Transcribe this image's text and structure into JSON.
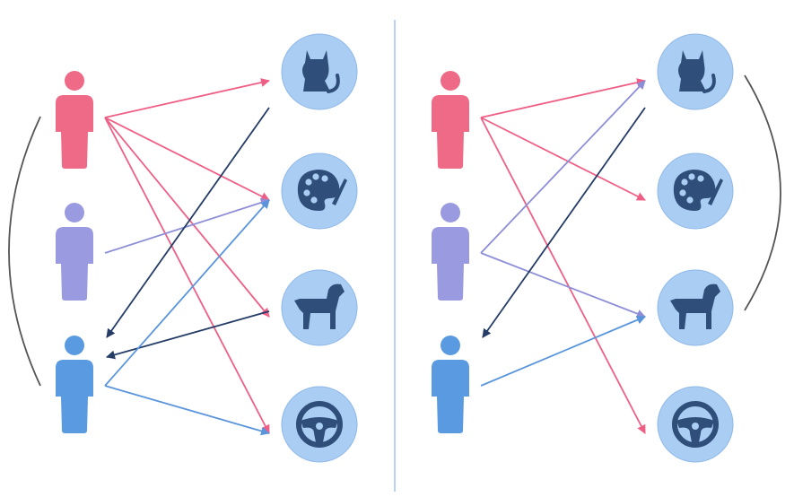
{
  "colors": {
    "user_red": "#ee6a86",
    "user_purple": "#9a9ae0",
    "user_blue": "#5a9ae0",
    "item_circle": "#a9cdf3",
    "item_icon": "#2f4f7a",
    "arrow_pink": "#ef5f85",
    "arrow_purple": "#8e8ed8",
    "arrow_blue": "#5a95dc",
    "arrow_navy": "#243c66",
    "divider": "#a8c2ea",
    "bracket": "#555555"
  },
  "panels": [
    {
      "users": [
        {
          "id": "red-user",
          "color": "user_red"
        },
        {
          "id": "purple-user",
          "color": "user_purple"
        },
        {
          "id": "blue-user",
          "color": "user_blue"
        }
      ],
      "items": [
        {
          "id": "cat",
          "icon": "cat-icon"
        },
        {
          "id": "palette",
          "icon": "palette-icon"
        },
        {
          "id": "dog",
          "icon": "dog-icon"
        },
        {
          "id": "wheel",
          "icon": "steering-wheel-icon"
        }
      ],
      "arrows": [
        {
          "from": "red-user",
          "to": "cat",
          "color": "arrow_pink"
        },
        {
          "from": "red-user",
          "to": "palette",
          "color": "arrow_pink"
        },
        {
          "from": "red-user",
          "to": "dog",
          "color": "arrow_pink"
        },
        {
          "from": "red-user",
          "to": "wheel",
          "color": "arrow_pink"
        },
        {
          "from": "purple-user",
          "to": "palette",
          "color": "arrow_purple"
        },
        {
          "from": "cat",
          "to": "blue-user",
          "color": "arrow_navy"
        },
        {
          "from": "dog",
          "to": "blue-user",
          "color": "arrow_navy"
        },
        {
          "from": "blue-user",
          "to": "palette",
          "color": "arrow_blue"
        },
        {
          "from": "blue-user",
          "to": "wheel",
          "color": "arrow_blue"
        }
      ],
      "bracket": "users"
    },
    {
      "users": [
        {
          "id": "red-user",
          "color": "user_red"
        },
        {
          "id": "purple-user",
          "color": "user_purple"
        },
        {
          "id": "blue-user",
          "color": "user_blue"
        }
      ],
      "items": [
        {
          "id": "cat",
          "icon": "cat-icon"
        },
        {
          "id": "palette",
          "icon": "palette-icon"
        },
        {
          "id": "dog",
          "icon": "dog-icon"
        },
        {
          "id": "wheel",
          "icon": "steering-wheel-icon"
        }
      ],
      "arrows": [
        {
          "from": "red-user",
          "to": "cat",
          "color": "arrow_pink"
        },
        {
          "from": "red-user",
          "to": "palette",
          "color": "arrow_pink"
        },
        {
          "from": "red-user",
          "to": "wheel",
          "color": "arrow_pink"
        },
        {
          "from": "purple-user",
          "to": "cat",
          "color": "arrow_purple"
        },
        {
          "from": "purple-user",
          "to": "dog",
          "color": "arrow_purple"
        },
        {
          "from": "cat",
          "to": "blue-user",
          "color": "arrow_navy"
        },
        {
          "from": "blue-user",
          "to": "dog",
          "color": "arrow_blue"
        }
      ],
      "bracket": "items"
    }
  ]
}
